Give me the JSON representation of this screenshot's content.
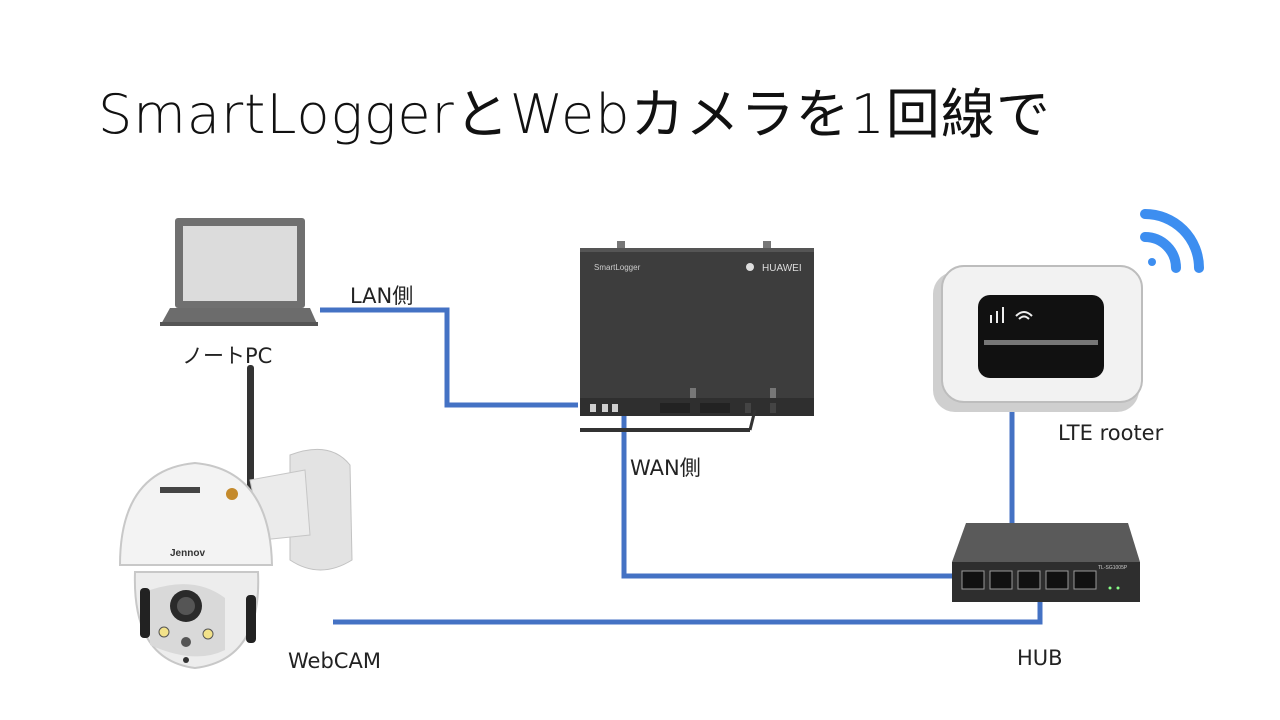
{
  "slide": {
    "title": "SmartLoggerとWebカメラを1回線で"
  },
  "devices": {
    "laptop": {
      "label": "ノートPC",
      "icon": "laptop-icon"
    },
    "smartlogger": {
      "label_lan": "LAN側",
      "label_wan": "WAN側",
      "brand_text": "SmartLogger",
      "maker_text": "HUAWEI",
      "icon": "smartlogger-device-icon"
    },
    "router": {
      "label": "LTE rooter",
      "icon": "lte-router-icon"
    },
    "hub": {
      "label": "HUB",
      "icon": "network-hub-icon",
      "model_text": "TL-SG1005P"
    },
    "camera": {
      "label": "WebCAM",
      "icon": "ptz-camera-icon",
      "brand_text": "Jennov"
    }
  },
  "colors": {
    "cable": "#4472C4",
    "device_dark": "#3d3d3d"
  }
}
